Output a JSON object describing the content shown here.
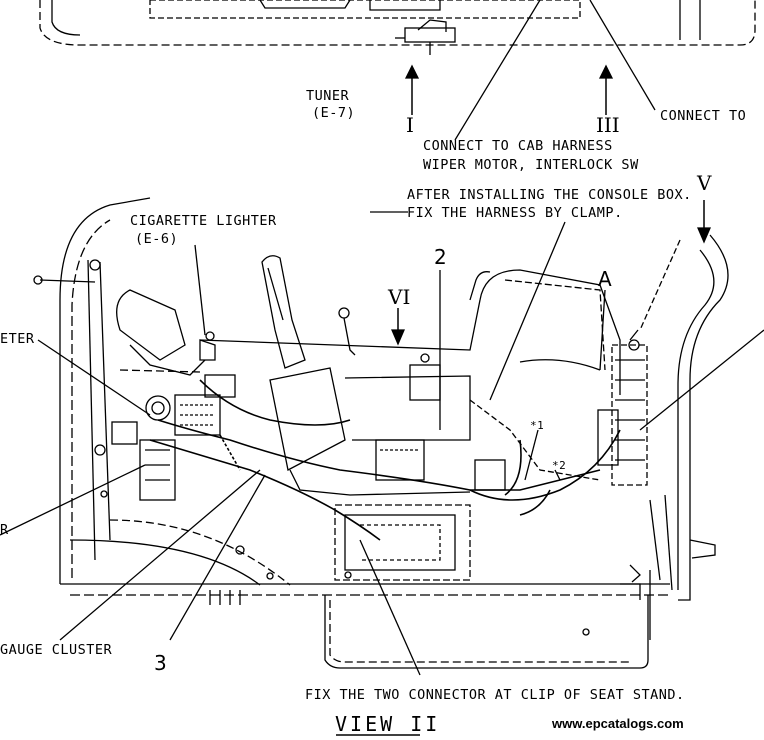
{
  "labels": {
    "tuner": "TUNER",
    "tuner_ref": "(E-7)",
    "connect_to_top": "CONNECT TO",
    "connect_cab_line1": "CONNECT TO CAB HARNESS",
    "connect_cab_line2": "WIPER MOTOR, INTERLOCK SW",
    "console_line1": "AFTER INSTALLING THE CONSOLE BOX.",
    "console_line2": "FIX THE HARNESS BY CLAMP.",
    "cigarette": "CIGARETTE LIGHTER",
    "cigarette_ref": "(E-6)",
    "meter_partial": "ETER",
    "r_partial": "R",
    "gauge": "GAUGE CLUSTER",
    "fix_connector": "FIX THE TWO CONNECTOR AT CLIP OF SEAT STAND.",
    "star1": "*1",
    "star2": "*2"
  },
  "markers": {
    "roman_I": "I",
    "roman_III": "III",
    "roman_V": "V",
    "roman_VI": "VI",
    "num_2": "2",
    "num_3": "3",
    "letter_A": "A"
  },
  "view_title": "VIEW II",
  "watermark": "www.epcatalogs.com"
}
